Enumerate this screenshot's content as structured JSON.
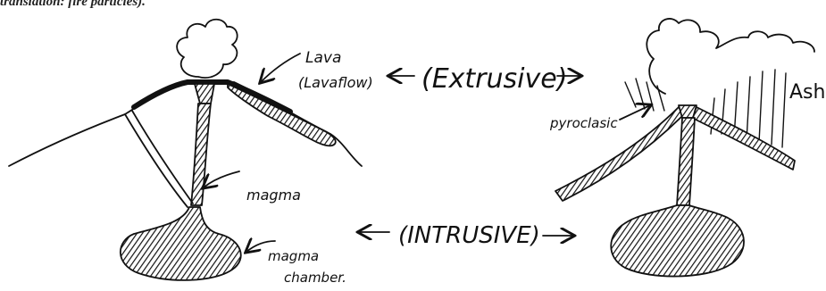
{
  "caption_top": "translation: fire particles).",
  "labels": {
    "lava": "Lava",
    "lavaflow": "(Lavaflow)",
    "extrusive": "(Extrusive)",
    "ash": "Ash",
    "pyroclastic": "pyroclasic",
    "magma": "magma",
    "intrusive": "(INTRUSIVE)",
    "magma_chamber_1": "magma",
    "magma_chamber_2": "chamber."
  },
  "colors": {
    "ink": "#111111"
  }
}
